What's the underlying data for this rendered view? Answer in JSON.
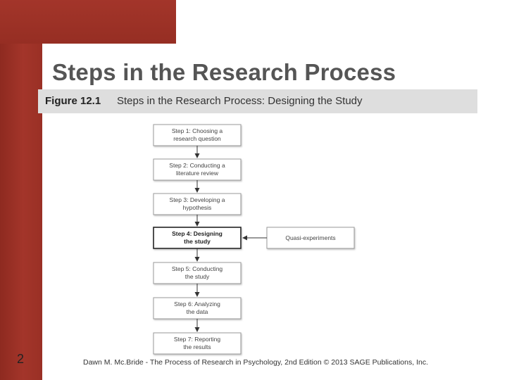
{
  "slide": {
    "title": "Steps in the Research Process",
    "number": "2",
    "footer": "Dawn M. Mc.Bride - The Process of Research in Psychology, 2nd Edition © 2013 SAGE Publications, Inc.",
    "accent_color": "#a3352a"
  },
  "figure": {
    "label": "Figure 12.1",
    "caption": "Steps in the Research Process: Designing the Study",
    "steps": [
      {
        "line1": "Step 1: Choosing a",
        "line2": "research question",
        "highlighted": false
      },
      {
        "line1": "Step 2: Conducting a",
        "line2": "literature review",
        "highlighted": false
      },
      {
        "line1": "Step 3: Developing a",
        "line2": "hypothesis",
        "highlighted": false
      },
      {
        "line1": "Step 4: Designing",
        "line2": "the study",
        "highlighted": true
      },
      {
        "line1": "Step 5: Conducting",
        "line2": "the study",
        "highlighted": false
      },
      {
        "line1": "Step 6: Analyzing",
        "line2": "the data",
        "highlighted": false
      },
      {
        "line1": "Step 7: Reporting",
        "line2": "the results",
        "highlighted": false
      }
    ],
    "side_box": {
      "label": "Quasi-experiments"
    }
  }
}
